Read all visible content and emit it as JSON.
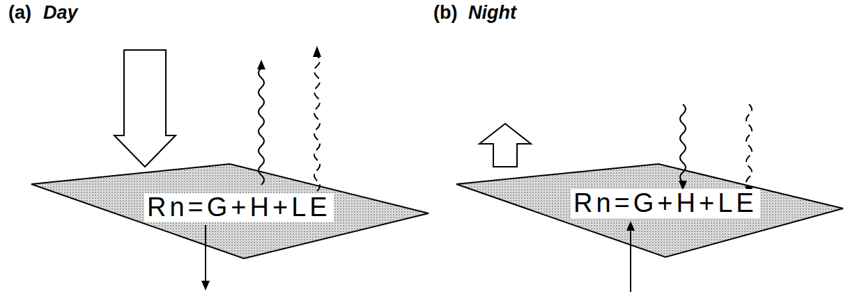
{
  "diagram": {
    "nodes": [
      {
        "text": [
          "Rn=G+H+LE"
        ]
      },
      {
        "text": [
          "Rn=G+H+LE"
        ]
      }
    ],
    "labels": [
      "(a)",
      "Day",
      "(b)",
      "Night"
    ]
  }
}
